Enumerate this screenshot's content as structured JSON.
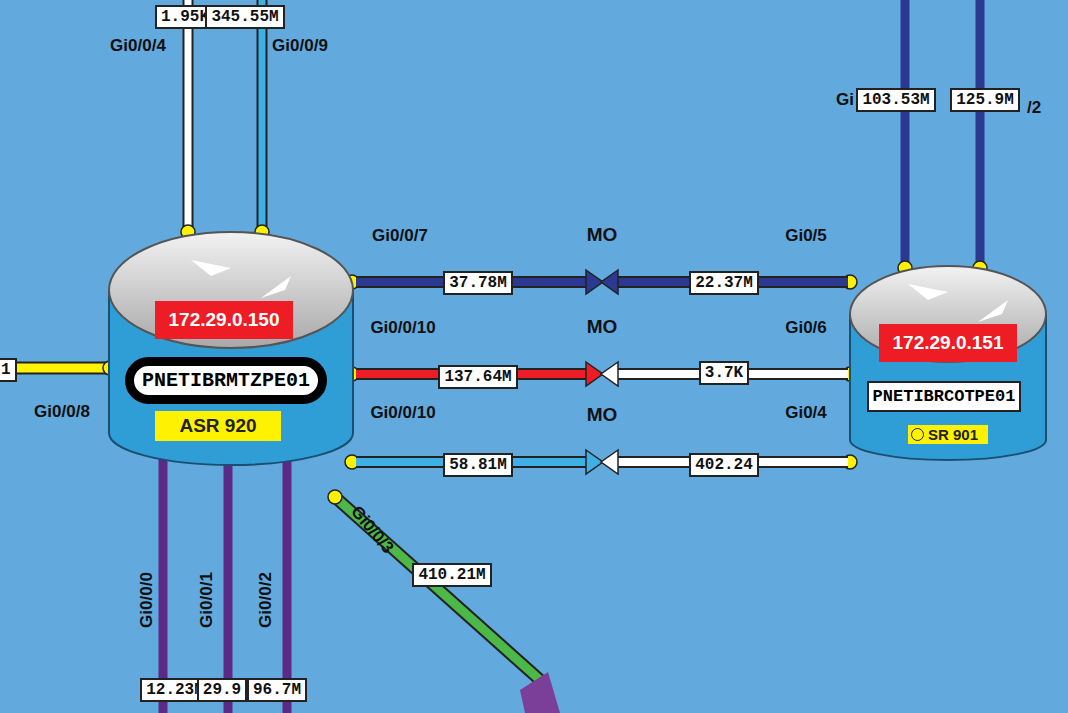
{
  "diagram": {
    "nodes": [
      {
        "text": [
          "172.29.0.150",
          "PNETIBRMTZPE01",
          "ASR 920"
        ]
      },
      {
        "text": [
          "172.29.0.151",
          "PNETIBRCOTPE01",
          "SR 901"
        ]
      }
    ],
    "edges": [
      {
        "from": 0,
        "to": 1,
        "arrow": "both",
        "label": "MO"
      },
      {
        "from": 0,
        "to": 1,
        "arrow": "both",
        "label": "MO"
      },
      {
        "from": 0,
        "to": 1,
        "arrow": "both",
        "label": "MO"
      }
    ],
    "labels": [
      "1.95K",
      "345.55M",
      "Gi0/0/4",
      "Gi0/0/9",
      "Gi0/0/7",
      "Gi0/5",
      "Gi0/0/10",
      "Gi0/6",
      "Gi0/0/10",
      "Gi0/4",
      "37.78M",
      "22.37M",
      "137.64M",
      "3.7K",
      "58.81M",
      "402.24",
      "Gi",
      "103.53M",
      "125.9M",
      "/2",
      "1",
      "Gi0/0/8",
      "Gi0/0/0",
      "Gi0/0/1",
      "Gi0/0/2",
      "12.23M",
      "29.9",
      "96.7M",
      "Gi0/0/3",
      "410.21M"
    ]
  }
}
